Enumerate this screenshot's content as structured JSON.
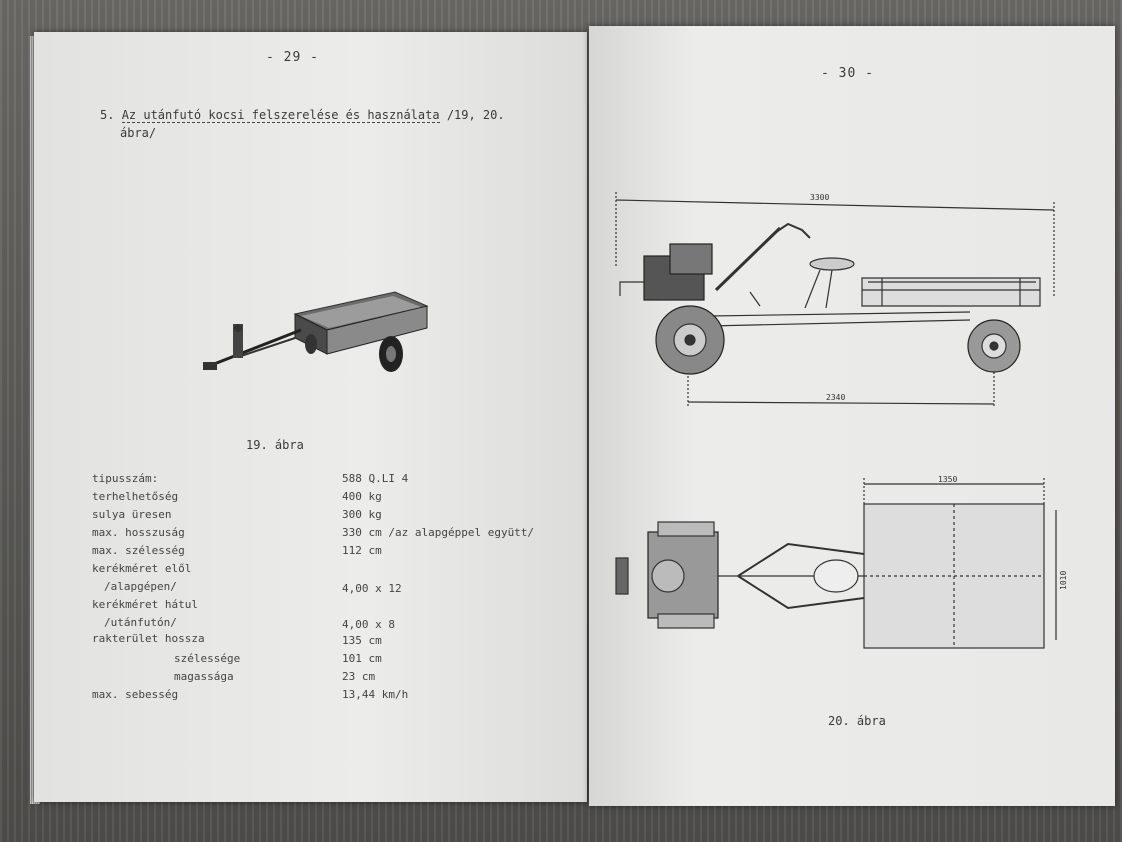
{
  "left_page": {
    "page_number": "- 29 -",
    "heading_num": "5.",
    "heading_underlined": "Az utánfutó kocsi felszerelése és használata",
    "heading_rest": "/19, 20.",
    "heading_line2": "ábra/",
    "figure_caption": "19. ábra",
    "specs": [
      {
        "label": "tipusszám:",
        "value": "588 Q.LI 4"
      },
      {
        "label": "terhelhetőség",
        "value": "400 kg"
      },
      {
        "label": "sulya üresen",
        "value": "300 kg"
      },
      {
        "label": "max. hosszuság",
        "value": "330 cm /az alapgéppel együtt/"
      },
      {
        "label": "max. szélesség",
        "value": "112 cm"
      },
      {
        "label": "kerékméret elől",
        "value": ""
      },
      {
        "label": "/alapgépen/",
        "value": "4,00 x 12"
      },
      {
        "label": "kerékméret hátul",
        "value": ""
      },
      {
        "label": "/utánfutón/",
        "value": "4,00 x 8"
      },
      {
        "label": "rakterület hossza",
        "value": "135 cm"
      },
      {
        "label": "szélessége",
        "value": "101 cm"
      },
      {
        "label": "magassága",
        "value": "23 cm"
      },
      {
        "label": "max. sebesség",
        "value": "13,44 km/h"
      }
    ]
  },
  "right_page": {
    "page_number": "- 30 -",
    "dim_total_length": "3300",
    "dim_wheelbase": "2340",
    "dim_bed_length": "1350",
    "dim_bed_width": "1010",
    "figure_caption": "20. ábra"
  },
  "icons": {
    "trailer_photo": "trailer-photo-icon",
    "side_view": "tractor-trailer-side-view-icon",
    "top_view": "tractor-trailer-top-view-icon"
  }
}
